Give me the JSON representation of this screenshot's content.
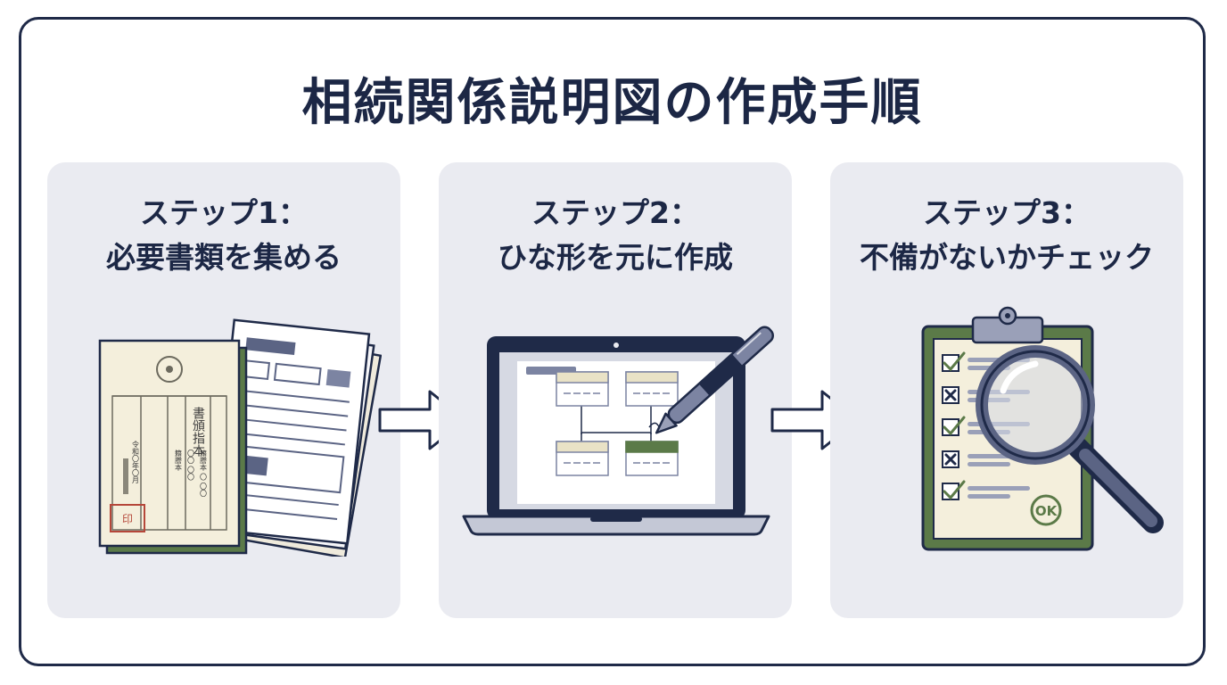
{
  "title": "相続関係説明図の作成手順",
  "steps": [
    {
      "label": "ステップ1：",
      "text": "必要書類を集める",
      "illustration_icon": "documents-icon",
      "document_text": {
        "heading": "書頒指本",
        "date": "令和〇年〇月",
        "lines": [
          "籍謄本",
          "〇〇 〇〇",
          "籍謄本 〇 〇〇"
        ],
        "stamp": "印"
      }
    },
    {
      "label": "ステップ2：",
      "text": "ひな形を元に作成",
      "illustration_icon": "laptop-pen-icon"
    },
    {
      "label": "ステップ3：",
      "text": "不備がないかチェック",
      "illustration_icon": "clipboard-magnifier-icon",
      "check_items": [
        "check",
        "cross",
        "check",
        "cross",
        "check"
      ],
      "ok_label": "OK"
    }
  ],
  "colors": {
    "navy": "#1c2745",
    "panel": "#eaebf1",
    "green": "#5b7a48",
    "paper": "#f4efdc",
    "slate": "#5b6484",
    "seal": "#b5473a"
  }
}
